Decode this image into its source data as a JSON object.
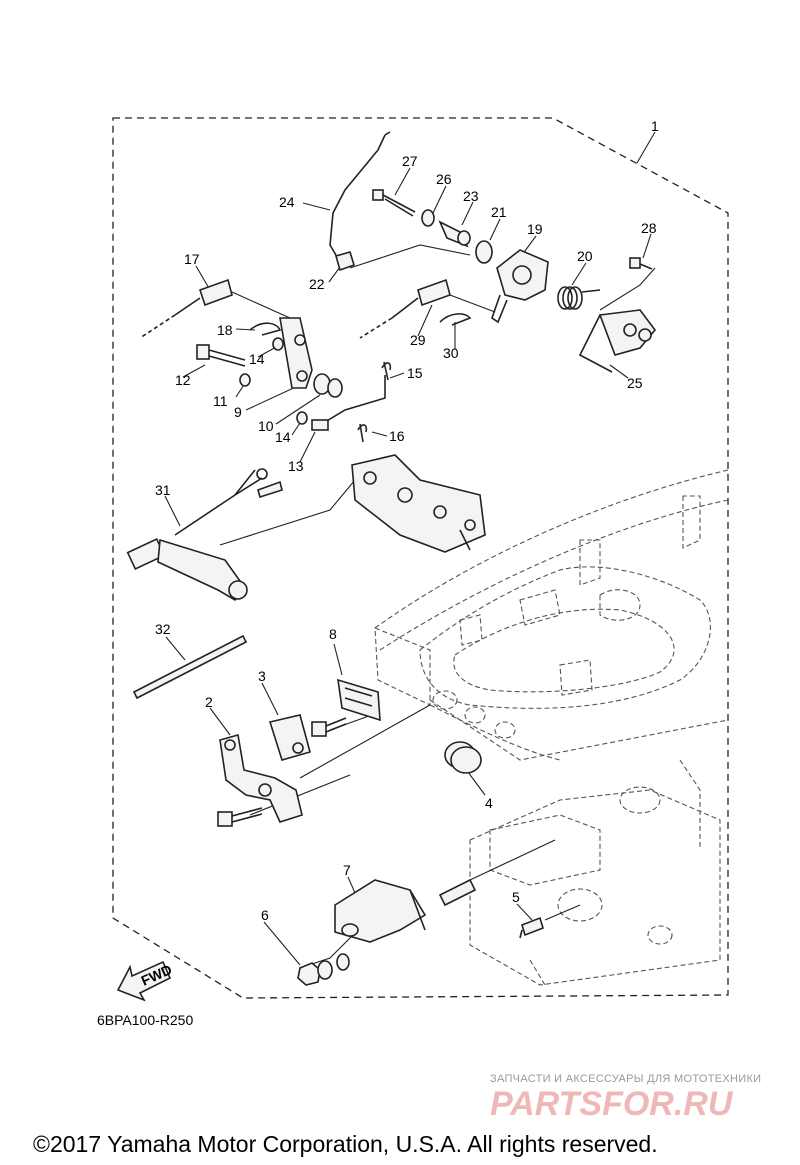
{
  "diagram": {
    "callouts": [
      "1",
      "2",
      "3",
      "4",
      "5",
      "6",
      "7",
      "8",
      "9",
      "10",
      "11",
      "12",
      "13",
      "14",
      "14",
      "15",
      "16",
      "17",
      "18",
      "19",
      "20",
      "21",
      "22",
      "23",
      "24",
      "25",
      "26",
      "27",
      "28",
      "29",
      "30",
      "31",
      "32"
    ],
    "direction_label": "FWD",
    "diagram_code": "6BPA100-R250"
  },
  "watermark": {
    "tagline": "ЗАПЧАСТИ И АКСЕССУАРЫ ДЛЯ МОТОТЕХНИКИ",
    "logo_text": "PARTSFOR.RU"
  },
  "footer": {
    "copyright": "©2017 Yamaha Motor Corporation, U.S.A. All rights reserved."
  }
}
